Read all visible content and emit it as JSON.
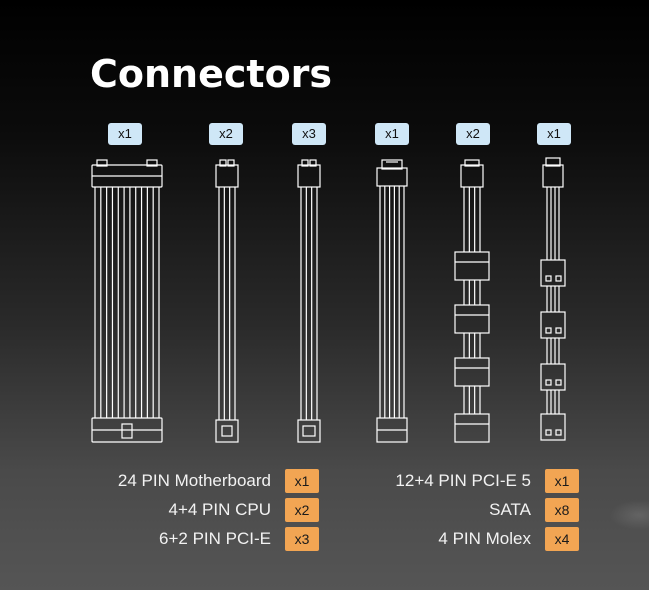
{
  "title": "Connectors",
  "cables": [
    {
      "name": "24-pin-motherboard",
      "qty": "x1"
    },
    {
      "name": "4-4-pin-cpu",
      "qty": "x2"
    },
    {
      "name": "6-2-pin-pcie",
      "qty": "x3"
    },
    {
      "name": "12-4-pin-pcie5",
      "qty": "x1"
    },
    {
      "name": "sata",
      "qty": "x2"
    },
    {
      "name": "4-pin-molex",
      "qty": "x1"
    }
  ],
  "legend_left": [
    {
      "label": "24 PIN Motherboard",
      "count": "x1"
    },
    {
      "label": "4+4 PIN CPU",
      "count": "x2"
    },
    {
      "label": "6+2 PIN PCI-E",
      "count": "x3"
    }
  ],
  "legend_right": [
    {
      "label": "12+4 PIN PCI-E 5",
      "count": "x1"
    },
    {
      "label": "SATA",
      "count": "x8"
    },
    {
      "label": "4 PIN Molex",
      "count": "x4"
    }
  ],
  "colors": {
    "qty_badge": "#cfe7f7",
    "count_badge": "#f2a553",
    "cable_stroke": "#ffffff"
  }
}
